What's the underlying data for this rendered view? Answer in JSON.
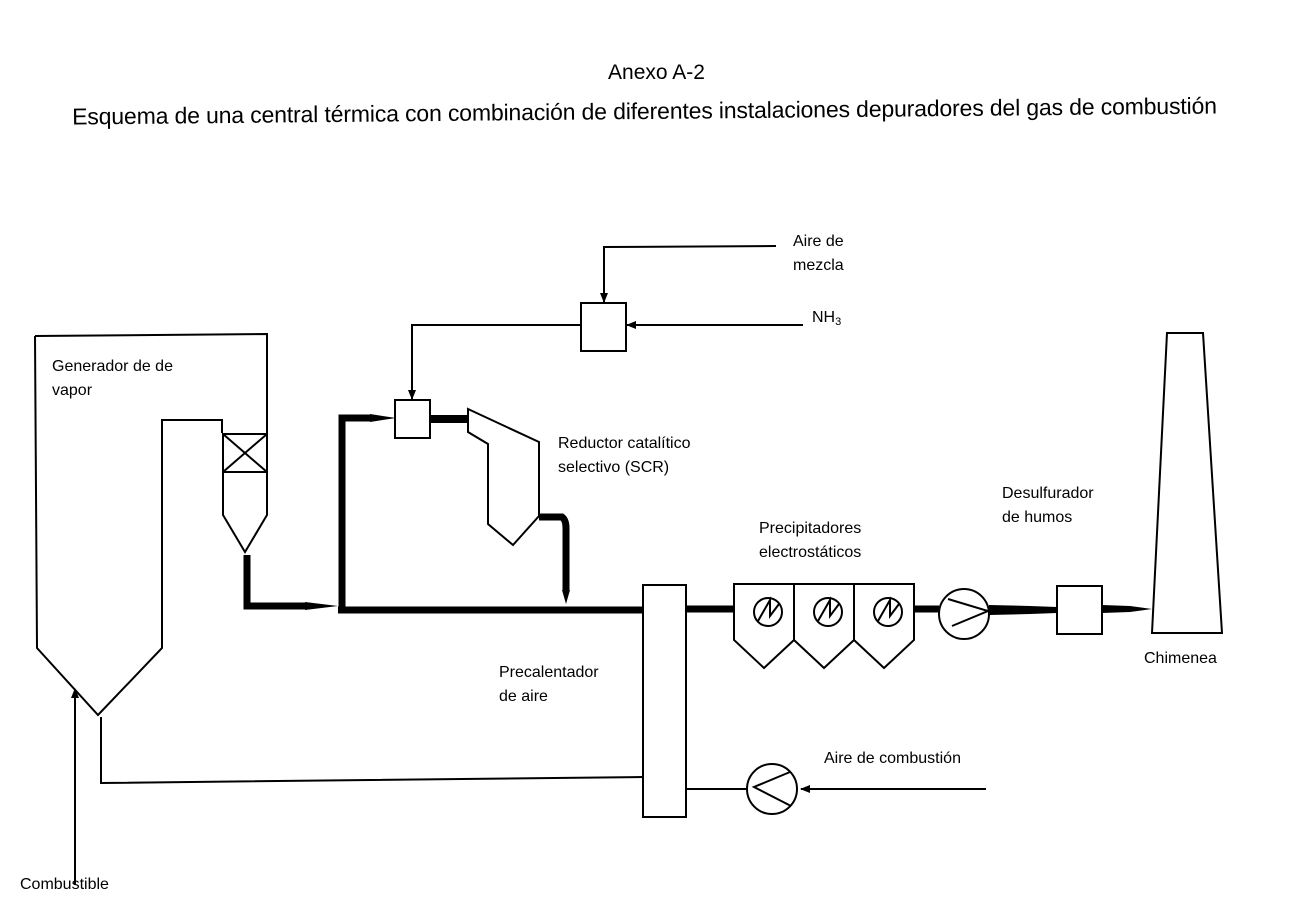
{
  "header": {
    "annex": "Anexo A-2",
    "title": "Esquema de una central térmica con combinación de diferentes instalaciones depuradores del gas de combustión"
  },
  "labels": {
    "steam_generator": [
      "Generador de de",
      "vapor"
    ],
    "mixing_air": [
      "Aire de",
      "mezcla"
    ],
    "nh3_base": "NH",
    "nh3_sub": "3",
    "scr": [
      "Reductor catalítico",
      "selectivo (SCR)"
    ],
    "precipitators": [
      "Precipitadores",
      "electrostáticos"
    ],
    "desulfurizer": [
      "Desulfurador",
      "de humos"
    ],
    "chimney": "Chimenea",
    "air_preheater": [
      "Precalentador",
      "de aire"
    ],
    "combustion_air": "Aire de combustión",
    "fuel": "Combustible"
  },
  "components": [
    {
      "id": "steam-generator",
      "name": "Generador de vapor"
    },
    {
      "id": "catalyst-block",
      "name": "Bloque catalizador"
    },
    {
      "id": "ash-hopper",
      "name": "Tolva"
    },
    {
      "id": "ammonia-mixer",
      "name": "Mezclador NH3"
    },
    {
      "id": "injection-grid",
      "name": "Inyección"
    },
    {
      "id": "scr-reactor",
      "name": "Reductor catalítico selectivo (SCR)"
    },
    {
      "id": "air-preheater",
      "name": "Precalentador de aire"
    },
    {
      "id": "electrostatic-precipitators",
      "name": "Precipitadores electrostáticos",
      "count": 3
    },
    {
      "id": "flue-gas-fan",
      "name": "Ventilador de humos"
    },
    {
      "id": "desulfurizer",
      "name": "Desulfurador de humos"
    },
    {
      "id": "chimney",
      "name": "Chimenea"
    },
    {
      "id": "combustion-air-fan",
      "name": "Ventilador aire de combustión"
    }
  ],
  "colors": {
    "line": "#000000",
    "background": "#ffffff"
  }
}
